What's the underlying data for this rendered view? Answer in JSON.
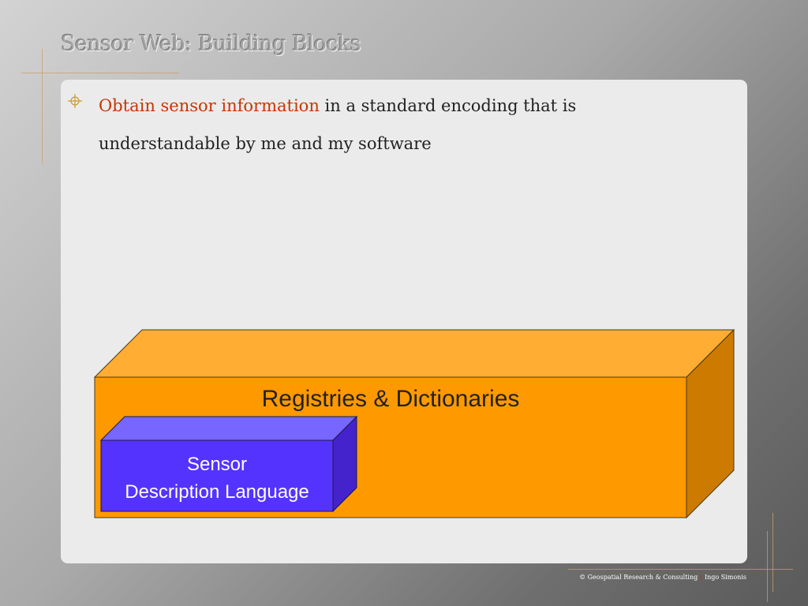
{
  "slide": {
    "title": "Sensor Web: Building Blocks",
    "bullet": {
      "highlight": "Obtain sensor information",
      "text": " in a standard encoding that is understandable by me and my software"
    }
  },
  "diagram": {
    "outer_block": {
      "label": "Registries & Dictionaries",
      "front_color": "#ff9900",
      "top_color": "#ffad33",
      "side_color": "#cc7a00"
    },
    "inner_block": {
      "label_line1": "Sensor",
      "label_line2": "Description Language",
      "front_color": "#5533ff",
      "top_color": "#7766ff",
      "side_color": "#4422cc"
    }
  },
  "footer": {
    "copyright": "© Geospatial Research & Consulting",
    "separator": "/",
    "author": "Ingo Simonis"
  },
  "colors": {
    "accent": "#cc3300",
    "decor": "#c8a06a",
    "panel": "#ebebeb"
  }
}
